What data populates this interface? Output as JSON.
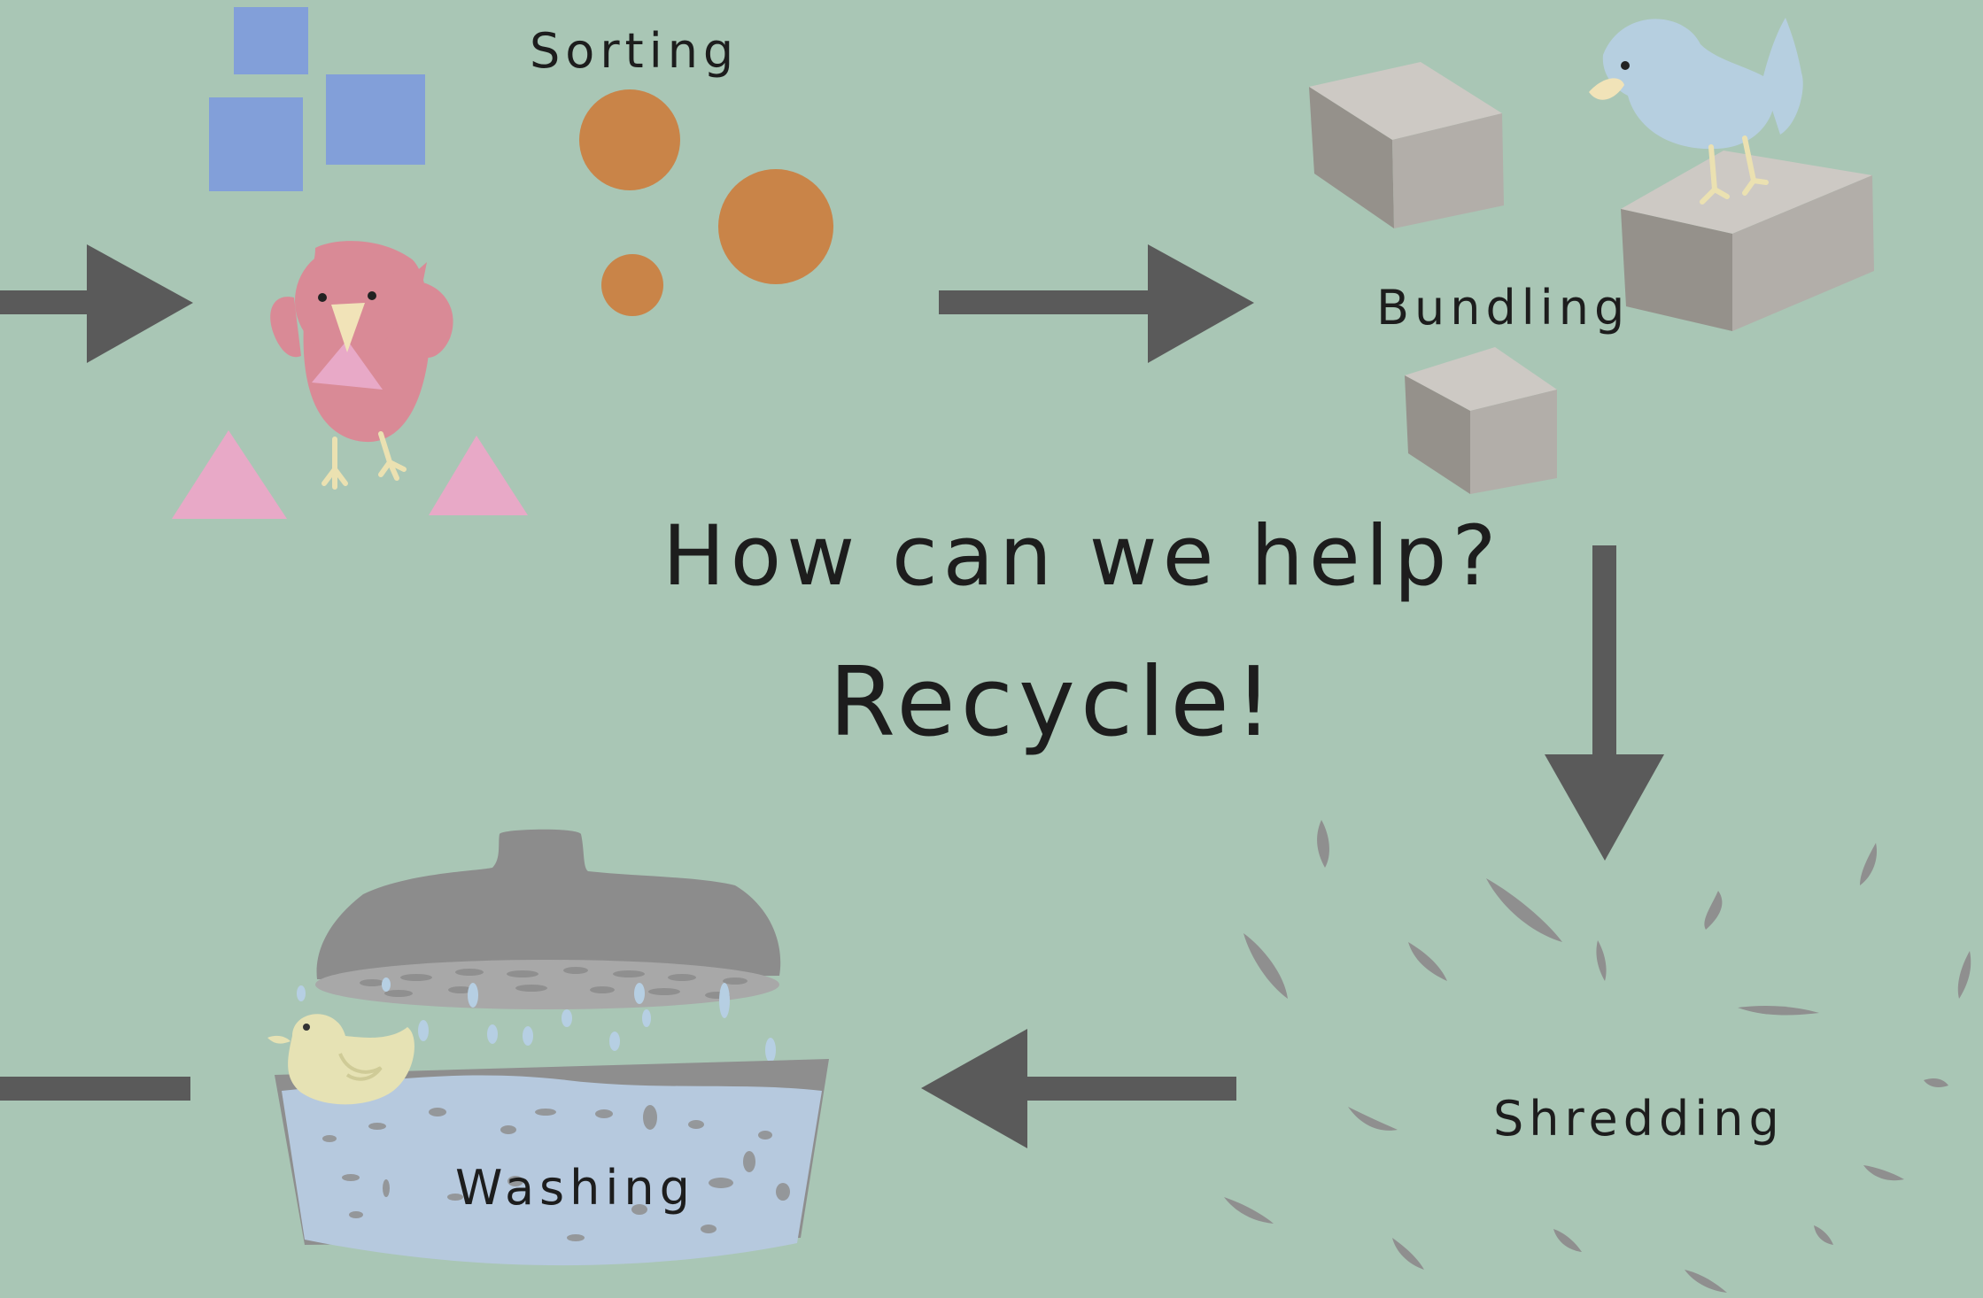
{
  "diagram": {
    "background_color": "#a9c6b5",
    "arrow_color": "#5a5a5a",
    "title": "How can we help?",
    "subtitle": "Recycle!",
    "stages": {
      "sorting": {
        "label": "Sorting",
        "shape_colors": {
          "squares": "#829fd9",
          "circles": "#c98448",
          "triangles": "#e8a9c7"
        },
        "mascot": "pink-bird-icon"
      },
      "bundling": {
        "label": "Bundling",
        "cube_colors": {
          "top": "#cdc9c4",
          "left": "#95918b",
          "right": "#b2aea9"
        },
        "mascot": "blue-bird-icon"
      },
      "shredding": {
        "label": "Shredding",
        "shard_color": "#8f8f8f"
      },
      "washing": {
        "label": "Washing",
        "water_color": "#b6c9de",
        "showerhead_color": "#8c8c8c",
        "mascot": "yellow-duck-icon"
      }
    },
    "arrows": [
      {
        "name": "entry-arrow",
        "direction": "right"
      },
      {
        "name": "sorting-to-bundling-arrow",
        "direction": "right"
      },
      {
        "name": "bundling-to-shredding-arrow",
        "direction": "down"
      },
      {
        "name": "shredding-to-washing-arrow",
        "direction": "left"
      },
      {
        "name": "exit-line",
        "direction": "left"
      }
    ]
  }
}
